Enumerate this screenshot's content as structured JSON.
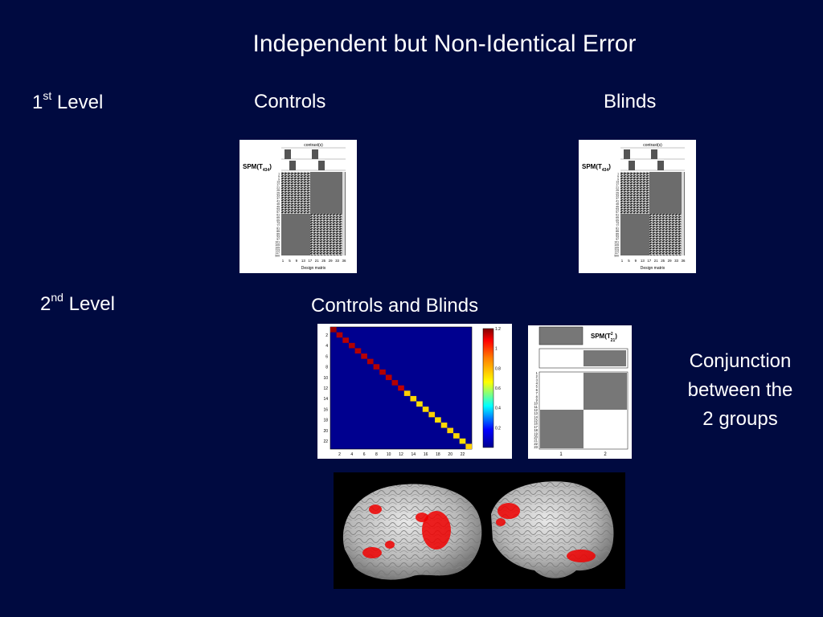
{
  "slide": {
    "title": "Independent but Non-Identical Error",
    "first_level": {
      "num": "1",
      "sup": "st",
      "text": "Level"
    },
    "second_level": {
      "num": "2",
      "sup": "nd",
      "text": "Level"
    },
    "controls_label": "Controls",
    "blinds_label": "Blinds",
    "combined_label": "Controls and Blinds",
    "conjunction_lines": [
      "Conjunction",
      "between the",
      "2 groups"
    ]
  },
  "design_matrix": {
    "header": "contrast(s)",
    "spm_label": "SPM(T",
    "spm_sub": "434",
    "spm_close": ")",
    "row_ticks": [
      "1",
      "5",
      "9",
      "13",
      "17",
      "21",
      "25",
      "29",
      "33",
      "37",
      "41",
      "45",
      "49",
      "53",
      "57",
      "61",
      "65",
      "69",
      "73",
      "77",
      "81",
      "85",
      "89",
      "93",
      "97",
      "101",
      "105",
      "109",
      "113",
      "117",
      "500"
    ],
    "col_ticks": [
      "1",
      "5",
      "9",
      "13",
      "17",
      "21",
      "25",
      "29",
      "33",
      "36"
    ],
    "xlabel": "Design matrix"
  },
  "covariance": {
    "ticks": [
      "2",
      "4",
      "6",
      "8",
      "10",
      "12",
      "14",
      "16",
      "18",
      "20",
      "22"
    ],
    "colorbar_ticks": [
      "1.2",
      "1",
      "0.8",
      "0.6",
      "0.4",
      "0.2"
    ]
  },
  "second_matrix": {
    "spm_label": "SPM(T",
    "spm_sup": "2",
    "spm_sub": "21",
    "spm_close": ")",
    "row_ticks": [
      "1",
      "2",
      "3",
      "4",
      "5",
      "6",
      "7",
      "8",
      "9",
      "10",
      "11",
      "12",
      "13",
      "14",
      "15",
      "16",
      "17",
      "18",
      "19",
      "20",
      "21",
      "22",
      "23"
    ],
    "col_ticks": [
      "1",
      "2"
    ]
  }
}
